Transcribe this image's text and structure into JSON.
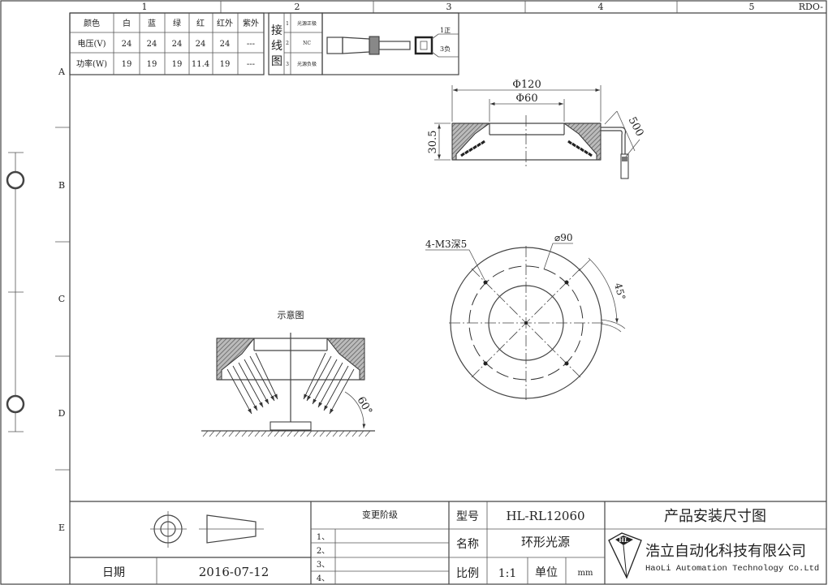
{
  "frame": {
    "columns": [
      "1",
      "2",
      "3",
      "4",
      "5"
    ],
    "rows": [
      "A",
      "B",
      "C",
      "D",
      "E"
    ],
    "doc_code": "RDO-"
  },
  "spec_table": {
    "headers": [
      "颜色",
      "白",
      "蓝",
      "绿",
      "红",
      "红外",
      "紫外"
    ],
    "rows": [
      [
        "电压(V)",
        "24",
        "24",
        "24",
        "24",
        "24",
        "---"
      ],
      [
        "功率(W)",
        "19",
        "19",
        "19",
        "11.4",
        "19",
        "---"
      ]
    ]
  },
  "wiring": {
    "title_chars": [
      "接",
      "线",
      "图"
    ],
    "pins": [
      {
        "num": "1",
        "label": "光源正极"
      },
      {
        "num": "2",
        "label": "NC"
      },
      {
        "num": "3",
        "label": "光源负极"
      }
    ],
    "pin_pos_label": "1正",
    "pin_neg_label": "3负"
  },
  "front_view": {
    "outer_dia": "Φ120",
    "inner_dia": "Φ60",
    "height": "30.5",
    "cable_length": "500"
  },
  "top_view": {
    "holes_label": "4-M3深5",
    "hole_circle_dia": "⌀90",
    "angle": "45°"
  },
  "schematic": {
    "title": "示意图",
    "angle": "60°"
  },
  "title_block": {
    "change_header": "变更阶级",
    "change_rows": [
      "1、",
      "2、",
      "3、",
      "4、"
    ],
    "date_label": "日期",
    "date_value": "2016-07-12",
    "model_label": "型号",
    "model_value": "HL-RL12060",
    "name_label": "名称",
    "name_value": "环形光源",
    "scale_label": "比例",
    "scale_value": "1:1",
    "unit_label": "单位",
    "unit_value": "mm",
    "drawing_title": "产品安装尺寸图",
    "company_cn": "浩立自动化科技有限公司",
    "company_en": "HaoLi Automation Technology Co.Ltd",
    "logo_text": "HL"
  }
}
